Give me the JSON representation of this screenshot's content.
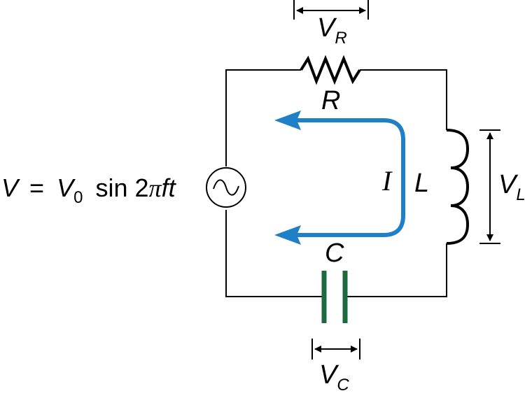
{
  "source_equation": {
    "v": "V",
    "eq": "=",
    "v0": "V",
    "v0_sub": "0",
    "sin": "sin 2",
    "pi": "π",
    "ft": "ft"
  },
  "resistor": {
    "label": "R",
    "voltage": "V",
    "voltage_sub": "R"
  },
  "inductor": {
    "label": "L",
    "voltage": "V",
    "voltage_sub": "L"
  },
  "capacitor": {
    "label": "C",
    "voltage": "V",
    "voltage_sub": "C"
  },
  "current": {
    "label": "I"
  },
  "colors": {
    "wire": "#000000",
    "current_arrow": "#1f7fc7",
    "capacitor_plate": "#1d6a3f"
  },
  "icons": {
    "source": "ac-source-icon",
    "resistor": "resistor-zigzag-icon",
    "inductor": "inductor-coil-icon",
    "capacitor": "capacitor-plates-icon"
  }
}
